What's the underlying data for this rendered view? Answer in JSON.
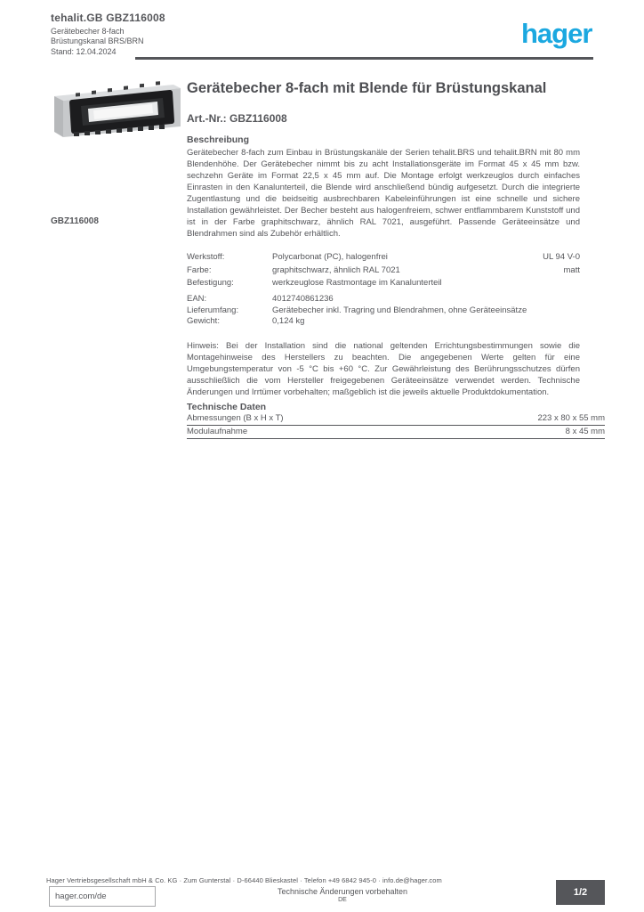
{
  "brand": {
    "logo_text": "hager",
    "blue": "#1ba8e0",
    "text_gray": "#55565a"
  },
  "header": {
    "ref_line": "tehalit.GB GBZ116008",
    "line2": "Gerätebecher 8-fach",
    "line3": "Brüstungskanal BRS/BRN",
    "date_line": "Stand: 12.04.2024"
  },
  "product": {
    "image_name": "geraetebecher-foto",
    "image_ref": "GBZ116008",
    "title": "Gerätebecher 8-fach mit Blende für Brüstungskanal",
    "subtitle": "Art.-Nr.: GBZ116008"
  },
  "description": {
    "heading": "Beschreibung",
    "text": "Gerätebecher 8-fach zum Einbau in Brüstungskanäle der Serien tehalit.BRS und tehalit.BRN mit 80 mm Blendenhöhe. Der Gerätebecher nimmt bis zu acht Installationsgeräte im Format 45 x 45 mm bzw. sechzehn Geräte im Format 22,5 x 45 mm auf. Die Montage erfolgt werkzeuglos durch einfaches Einrasten in den Kanalunterteil, die Blende wird anschließend bündig aufgesetzt. Durch die integrierte Zugentlastung und die beidseitig ausbrechbaren Kabeleinführungen ist eine schnelle und sichere Installation gewährleistet. Der Becher besteht aus halogenfreiem, schwer entflammbarem Kunststoff und ist in der Farbe graphitschwarz, ähnlich RAL 7021, ausgeführt. Passende Geräteeinsätze und Blendrahmen sind als Zubehör erhältlich."
  },
  "attributes": [
    {
      "label": "Werkstoff:",
      "value": "Polycarbonat (PC), halogenfrei",
      "right": "UL 94 V-0"
    },
    {
      "label": "Farbe:",
      "value": "graphitschwarz, ähnlich RAL 7021",
      "right": "matt"
    },
    {
      "label": "Befestigung:",
      "value": "werkzeuglose Rastmontage im Kanalunterteil"
    }
  ],
  "details": [
    {
      "label": "EAN:",
      "value": "4012740861236"
    },
    {
      "label": "Lieferumfang:",
      "value": "Gerätebecher inkl. Tragring und Blendrahmen, ohne Geräteeinsätze"
    },
    {
      "label": "Gewicht:",
      "value": "0,124 kg"
    }
  ],
  "note": {
    "text": "Hinweis: Bei der Installation sind die national geltenden Errichtungsbestimmungen sowie die Montagehinweise des Herstellers zu beachten. Die angegebenen Werte gelten für eine Umgebungstemperatur von -5 °C bis +60 °C. Zur Gewährleistung des Berührungsschutzes dürfen ausschließlich die vom Hersteller freigegebenen Geräteeinsätze verwendet werden. Technische Änderungen und Irrtümer vorbehalten; maßgeblich ist die jeweils aktuelle Produktdokumentation."
  },
  "tech": {
    "heading": "Technische Daten",
    "rows": [
      {
        "label": "Abmessungen (B x H x T)",
        "value": "223 x 80 x 55 mm"
      },
      {
        "label": "Modulaufnahme",
        "value": "8 x 45 mm"
      }
    ]
  },
  "footer": {
    "address": "Hager Vertriebsgesellschaft mbH & Co. KG · Zum Gunterstal · D-66440 Blieskastel · Telefon +49 6842 945-0 · info.de@hager.com",
    "website": "hager.com/de",
    "disclaimer": "Technische Änderungen vorbehalten",
    "language": "DE",
    "page_indicator": "1/2"
  }
}
